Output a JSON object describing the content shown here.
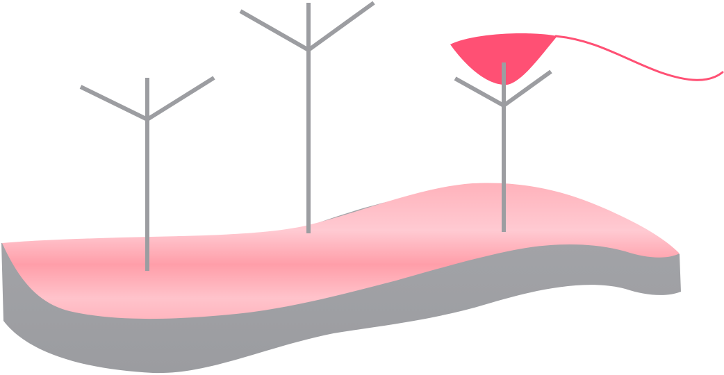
{
  "scene": {
    "subject": "",
    "colors": {
      "background": "#ffffff",
      "terrain_top_light": "#ffc7cf",
      "terrain_top_mid": "#ff9aa6",
      "terrain_side": "#9e9fa3",
      "pole": "#9c9da1",
      "accent_flag": "#ff5074",
      "accent_line": "#ff5074"
    },
    "elements": {
      "terrain_slab": "terrain-slab",
      "poles": [
        "y-shaped-pole-left",
        "y-shaped-pole-center",
        "y-shaped-pole-right"
      ],
      "flag_shape": "pink-sail-shape",
      "flag_string": "pink-string-line"
    }
  }
}
